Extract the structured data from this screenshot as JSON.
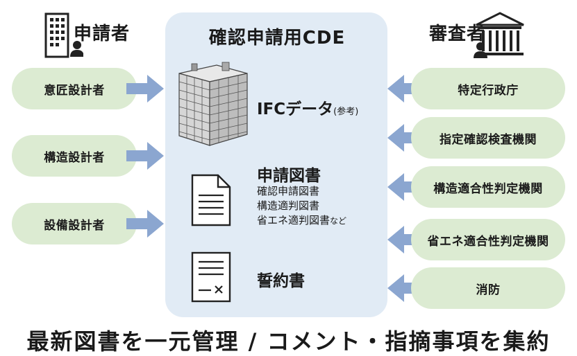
{
  "center": {
    "title": "確認申請用CDE",
    "ifc_label": "IFCデータ",
    "ifc_note": "(参考)",
    "docs_label": "申請図書",
    "docs_items": [
      "確認申請図書",
      "構造適判図書",
      "省エネ適判図書"
    ],
    "docs_suffix": "など",
    "pledge_label": "誓約書"
  },
  "left": {
    "heading": "申請者",
    "items": [
      "意匠設計者",
      "構造設計者",
      "設備設計者"
    ]
  },
  "right": {
    "heading": "審査者",
    "items": [
      "特定行政庁",
      "指定確認検査機関",
      "構造適合性判定機関",
      "省エネ適合性判定機関",
      "消防"
    ]
  },
  "footer": "最新図書を一元管理 / コメント・指摘事項を集約",
  "colors": {
    "panel": "#e1ebf5",
    "pill": "#dcebd2",
    "arrow": "#8ba6d0"
  }
}
